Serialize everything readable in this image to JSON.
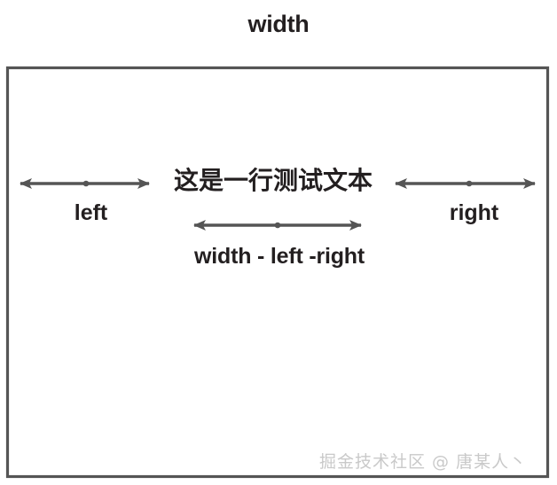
{
  "diagram": {
    "title_label": "width",
    "box": {
      "border_color": "#555555",
      "fill_color": "#ffffff"
    },
    "stroke_color": "#555555",
    "text_color": "#231f20",
    "measures": [
      {
        "id": "width-total",
        "label": "width",
        "orientation": "horizontal",
        "position": "top"
      },
      {
        "id": "left",
        "label": "left",
        "orientation": "horizontal",
        "position": "inside-left"
      },
      {
        "id": "right",
        "label": "right",
        "orientation": "horizontal",
        "position": "inside-right"
      },
      {
        "id": "content",
        "label": "width - left -right",
        "orientation": "horizontal",
        "position": "inside-center"
      }
    ],
    "sample_text": "这是一行测试文本",
    "watermark": "掘金技术社区 @ 唐某人丶"
  }
}
